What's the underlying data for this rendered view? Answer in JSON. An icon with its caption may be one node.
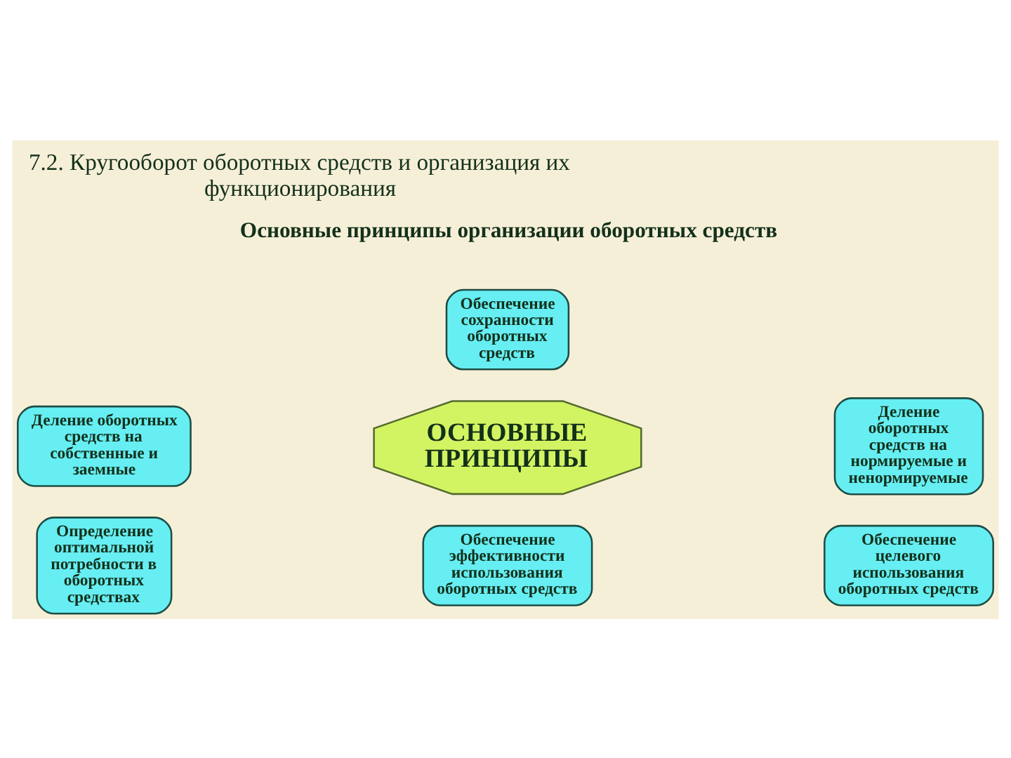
{
  "diagram": {
    "title": "7.2. Кругооборот оборотных средств и организация их функционирования",
    "nodes": [
      {
        "text": [
          "Обеспечение сохранности оборотных средств"
        ]
      },
      {
        "text": [
          "Деление оборотных средств на собственные и заемные"
        ]
      },
      {
        "text": [
          "Деление оборотных средств на нормируемые и ненормируемые"
        ]
      },
      {
        "text": [
          "ОСНОВНЫЕ ПРИНЦИПЫ"
        ]
      },
      {
        "text": [
          "Определение оптимальной потребности в оборотных средствах"
        ]
      },
      {
        "text": [
          "Обеспечение целевого использования оборотных средств"
        ]
      },
      {
        "text": [
          "Обеспечение эффективности использования оборотных средств"
        ]
      }
    ],
    "labels": [
      "Основные принципы организации оборотных средств"
    ]
  }
}
